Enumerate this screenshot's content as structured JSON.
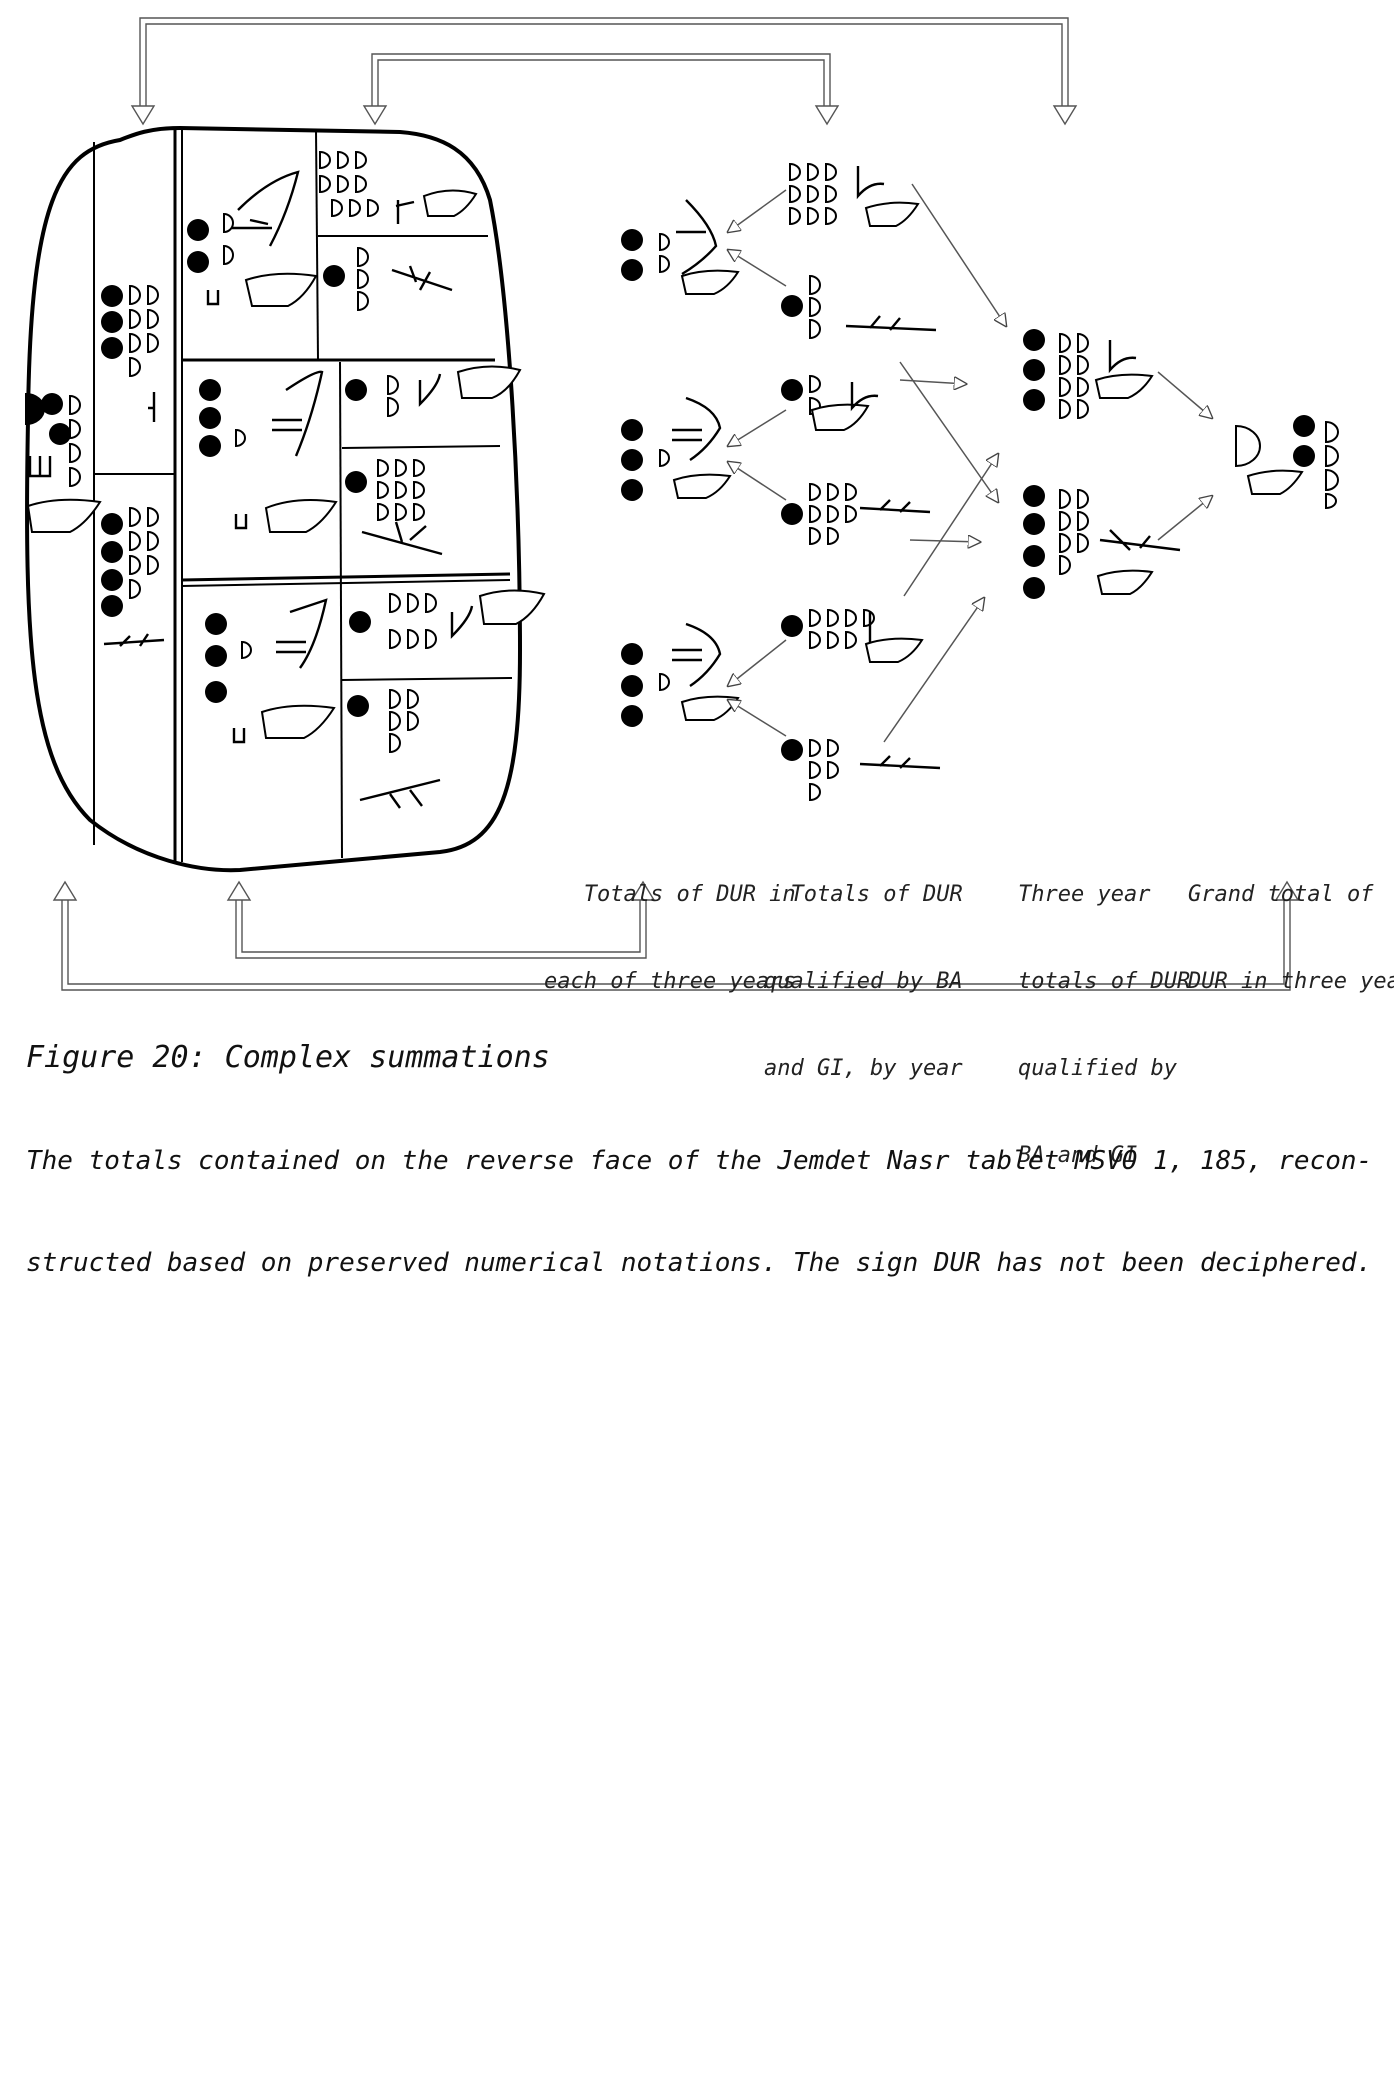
{
  "labels": {
    "col1": [
      "Totals of DUR in",
      "each of three years"
    ],
    "col2": [
      "Totals of DUR",
      "qualified by BA",
      "and GI, by year"
    ],
    "col3": [
      "Three year",
      "totals of DUR",
      "qualified by",
      "BA and GI"
    ],
    "col4": [
      "Grand total of",
      "DUR in three years"
    ]
  },
  "caption": {
    "title": "Figure 20: Complex summations",
    "lines": [
      "The totals contained on the reverse face of the Jemdet Nasr tablet MSVO 1, 185, recon-",
      "structed based on preserved numerical notations. The sign DUR has not been deciphered."
    ]
  },
  "icons": [
    "tablet-outline",
    "arrow-icon",
    "bracket-connector",
    "dur-sign-icon",
    "ba-sign-icon",
    "gi-sign-icon",
    "numeral-circle",
    "numeral-semicircle"
  ]
}
